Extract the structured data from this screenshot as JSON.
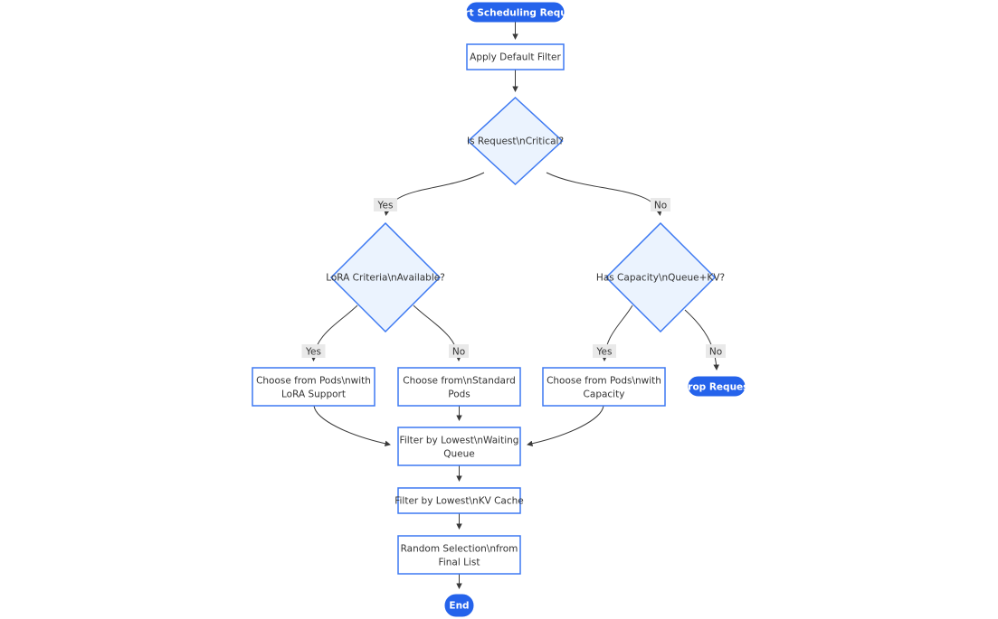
{
  "diagram": {
    "type": "flowchart",
    "direction": "top-down",
    "colors": {
      "accent": "#2563eb",
      "accent_text": "#ffffff",
      "node_border": "#3d79f2",
      "node_fill": "#ffffff",
      "decision_fill": "#ebf3fe",
      "edge": "#3a3a3a",
      "label_bg": "#e9e9e9",
      "text": "#333333",
      "canvas": "#ffffff"
    },
    "nodes": {
      "start": {
        "shape": "pill",
        "label": "Start Scheduling Request"
      },
      "apply_filter": {
        "shape": "rect",
        "label": "Apply Default Filter"
      },
      "is_critical": {
        "shape": "diamond",
        "label": "Is Request\\nCritical?"
      },
      "lora_criteria": {
        "shape": "diamond",
        "label": "LoRA Criteria\\nAvailable?"
      },
      "has_capacity": {
        "shape": "diamond",
        "label": "Has Capacity\\nQueue+KV?"
      },
      "choose_lora": {
        "shape": "rect",
        "line1": "Choose from Pods\\nwith",
        "line2": "LoRA Support"
      },
      "choose_standard": {
        "shape": "rect",
        "line1": "Choose from\\nStandard",
        "line2": "Pods"
      },
      "choose_capacity": {
        "shape": "rect",
        "line1": "Choose from Pods\\nwith",
        "line2": "Capacity"
      },
      "drop_request": {
        "shape": "pill",
        "label": "Drop Request"
      },
      "filter_waiting": {
        "shape": "rect",
        "line1": "Filter by Lowest\\nWaiting",
        "line2": "Queue"
      },
      "filter_kv": {
        "shape": "rect",
        "label": "Filter by Lowest\\nKV Cache"
      },
      "random_selection": {
        "shape": "rect",
        "line1": "Random Selection\\nfrom",
        "line2": "Final List"
      },
      "end": {
        "shape": "pill",
        "label": "End"
      }
    },
    "edge_labels": {
      "critical_yes": "Yes",
      "critical_no": "No",
      "lora_yes": "Yes",
      "lora_no": "No",
      "capacity_yes": "Yes",
      "capacity_no": "No"
    }
  }
}
